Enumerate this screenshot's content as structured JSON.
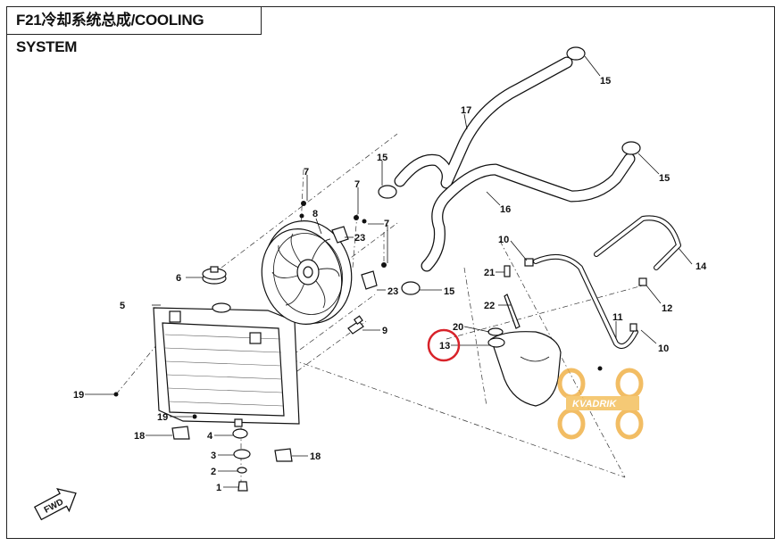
{
  "header": {
    "title": "F21冷却系统总成/COOLING SYSTEM"
  },
  "direction_badge": {
    "label": "FWD"
  },
  "watermark": {
    "text": "KVADRIK"
  },
  "highlight_color": "#d8232a",
  "callouts": {
    "c1": "1",
    "c2": "2",
    "c3": "3",
    "c4": "4",
    "c5": "5",
    "c6": "6",
    "c7a": "7",
    "c7b": "7",
    "c7c": "7",
    "c8": "8",
    "c9": "9",
    "c10a": "10",
    "c10b": "10",
    "c11": "11",
    "c12": "12",
    "c13": "13",
    "c14": "14",
    "c15a": "15",
    "c15b": "15",
    "c15c": "15",
    "c15d": "15",
    "c16": "16",
    "c17": "17",
    "c18a": "18",
    "c18b": "18",
    "c19a": "19",
    "c19b": "19",
    "c20": "20",
    "c21": "21",
    "c22": "22",
    "c23a": "23",
    "c23b": "23"
  }
}
